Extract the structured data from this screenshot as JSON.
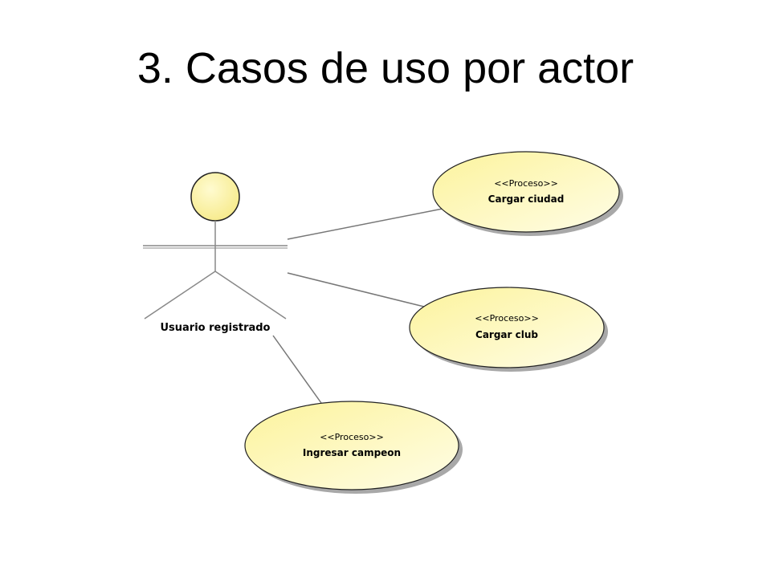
{
  "title": "3. Casos de uso por actor",
  "colors": {
    "ellipse_fill": "#fdf7b4",
    "ellipse_stroke": "#222222",
    "shadow": "#a8a8a8",
    "line": "#777777",
    "actor_head": "#fbf3a1"
  },
  "actor": {
    "name": "Usuario registrado"
  },
  "use_cases": [
    {
      "stereotype": "<<Proceso>>",
      "name": "Cargar ciudad"
    },
    {
      "stereotype": "<<Proceso>>",
      "name": "Cargar club"
    },
    {
      "stereotype": "<<Proceso>>",
      "name": "Ingresar campeon"
    }
  ]
}
